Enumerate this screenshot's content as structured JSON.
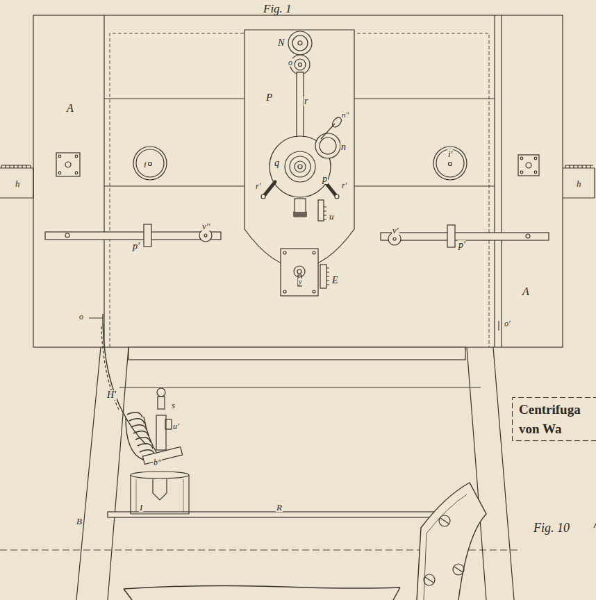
{
  "diagram": {
    "nodes": [
      {
        "text": [
          "Centrifuga von Wa"
        ]
      }
    ],
    "labels": [
      "Fig. 1",
      "N",
      "o",
      "P",
      "r",
      "n''",
      "n",
      "A",
      "h",
      "i",
      "i'",
      "h",
      "q",
      "p",
      "r'",
      "r'",
      "u",
      "p'",
      "v''",
      "v'",
      "p'",
      "y",
      "E",
      "A",
      "o",
      "o'",
      "H'",
      "s",
      "u'",
      "b''",
      "I",
      "R",
      "B",
      "Fig. 10"
    ]
  }
}
